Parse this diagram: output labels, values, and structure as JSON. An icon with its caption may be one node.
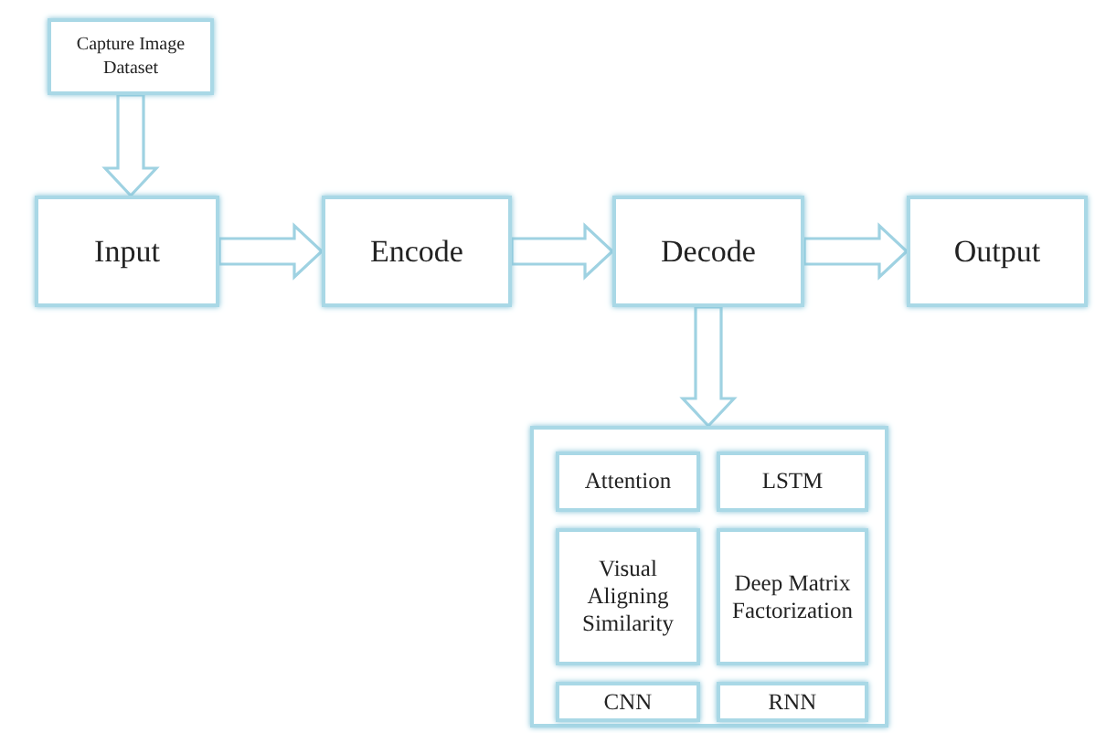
{
  "diagram": {
    "nodes": [
      {
        "text": [
          "Capture Image Dataset"
        ]
      },
      {
        "text": [
          "Input"
        ]
      },
      {
        "text": [
          "Encode"
        ]
      },
      {
        "text": [
          "Decode"
        ]
      },
      {
        "text": [
          "Output"
        ]
      },
      {
        "text": [],
        "shape": "box"
      },
      {
        "text": [
          "Attention"
        ],
        "in": 5
      },
      {
        "text": [
          "LSTM"
        ],
        "in": 5
      },
      {
        "text": [
          "Visual Aligning Similarity"
        ],
        "in": 5
      },
      {
        "text": [
          "Deep Matrix Factorization"
        ],
        "in": 5
      },
      {
        "text": [
          "CNN"
        ],
        "in": 5
      },
      {
        "text": [
          "RNN"
        ],
        "in": 5
      }
    ],
    "edges": [
      {
        "from": 0,
        "to": 1,
        "arrow": "to"
      },
      {
        "from": 1,
        "to": 2,
        "arrow": "to"
      },
      {
        "from": 2,
        "to": 3,
        "arrow": "to"
      },
      {
        "from": 3,
        "to": 4,
        "arrow": "to"
      },
      {
        "from": 3,
        "to": 5,
        "arrow": "to"
      }
    ]
  }
}
